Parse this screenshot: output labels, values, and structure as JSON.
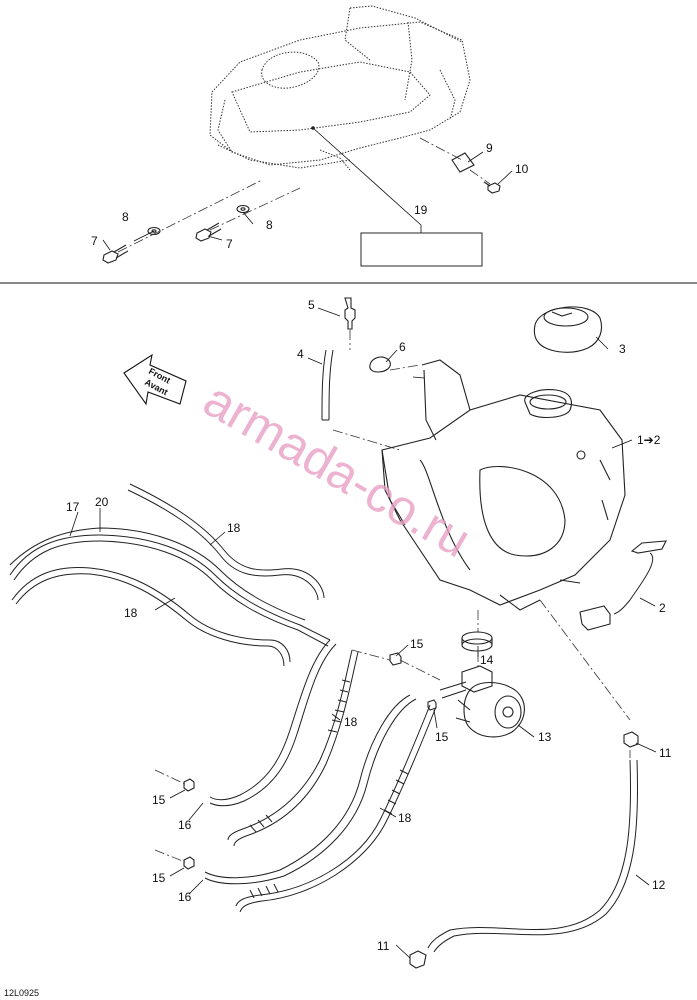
{
  "callouts": {
    "c1": "1➔2",
    "c2": "2",
    "c3": "3",
    "c4": "4",
    "c5": "5",
    "c6": "6",
    "c7a": "7",
    "c7b": "7",
    "c8a": "8",
    "c8b": "8",
    "c9": "9",
    "c10": "10",
    "c11a": "11",
    "c11b": "11",
    "c12": "12",
    "c13": "13",
    "c14": "14",
    "c15a": "15",
    "c15b": "15",
    "c15c": "15",
    "c15d": "15",
    "c16a": "16",
    "c16b": "16",
    "c17": "17",
    "c18a": "18",
    "c18b": "18",
    "c18c": "18",
    "c18d": "18",
    "c19": "19",
    "c20": "20"
  },
  "direction": {
    "line1": "Front",
    "line2": "Avant"
  },
  "diagram_code": "12L0925",
  "watermark": "armada-co.ru",
  "colors": {
    "line": "#222222",
    "watermark": "#e8a0c4",
    "background": "#ffffff"
  }
}
